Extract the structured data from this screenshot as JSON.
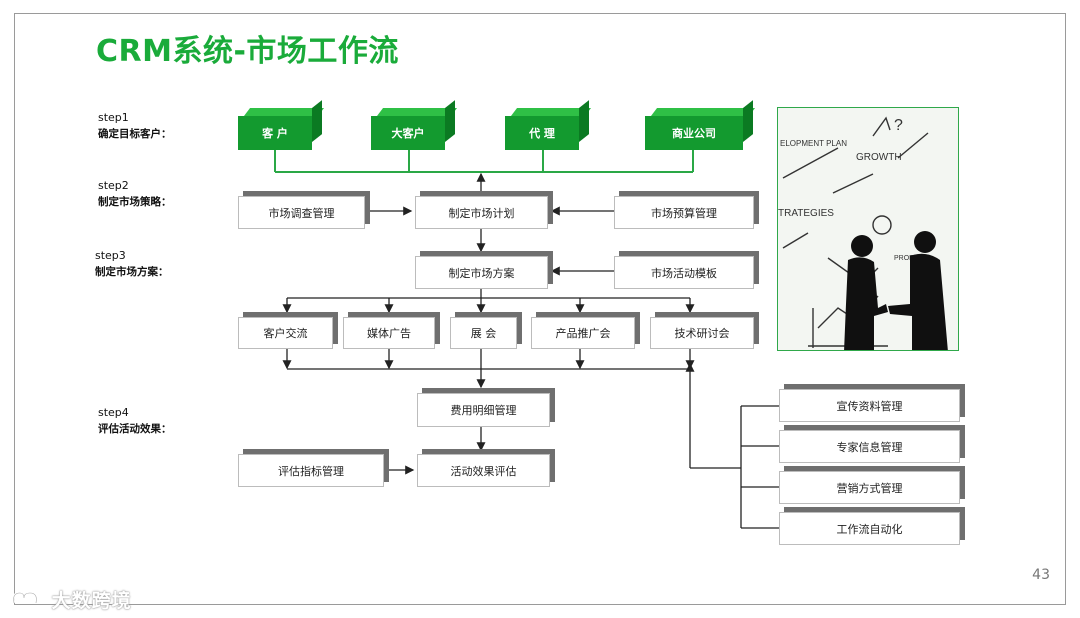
{
  "title": "CRM系统-市场工作流",
  "steps": [
    {
      "n": "step1",
      "d": "确定目标客户："
    },
    {
      "n": "step2",
      "d": "制定市场策略："
    },
    {
      "n": "step3",
      "d": "制定市场方案："
    },
    {
      "n": "step4",
      "d": "评估活动效果："
    }
  ],
  "targets": [
    "客 户",
    "大客户",
    "代 理",
    "商业公司"
  ],
  "strategy": {
    "survey": "市场调查管理",
    "plan": "制定市场计划",
    "budget": "市场预算管理"
  },
  "scheme": {
    "scheme": "制定市场方案",
    "template": "市场活动模板"
  },
  "activities": [
    "客户交流",
    "媒体广告",
    "展  会",
    "产品推广会",
    "技术研讨会"
  ],
  "evaluation": {
    "cost": "费用明细管理",
    "indicator": "评估指标管理",
    "effect": "活动效果评估"
  },
  "tools": [
    "宣传资料管理",
    "专家信息管理",
    "营销方式管理",
    "工作流自动化"
  ],
  "photo_words": [
    "ELOPMENT\nPLAN",
    "GROWTH",
    "TRATEGIES",
    "PROFITS",
    "?"
  ],
  "page_number": "43",
  "watermark": "大数跨境",
  "colors": {
    "accent": "#1aab3a",
    "box_green": "#139a2f",
    "line": "#222222"
  }
}
